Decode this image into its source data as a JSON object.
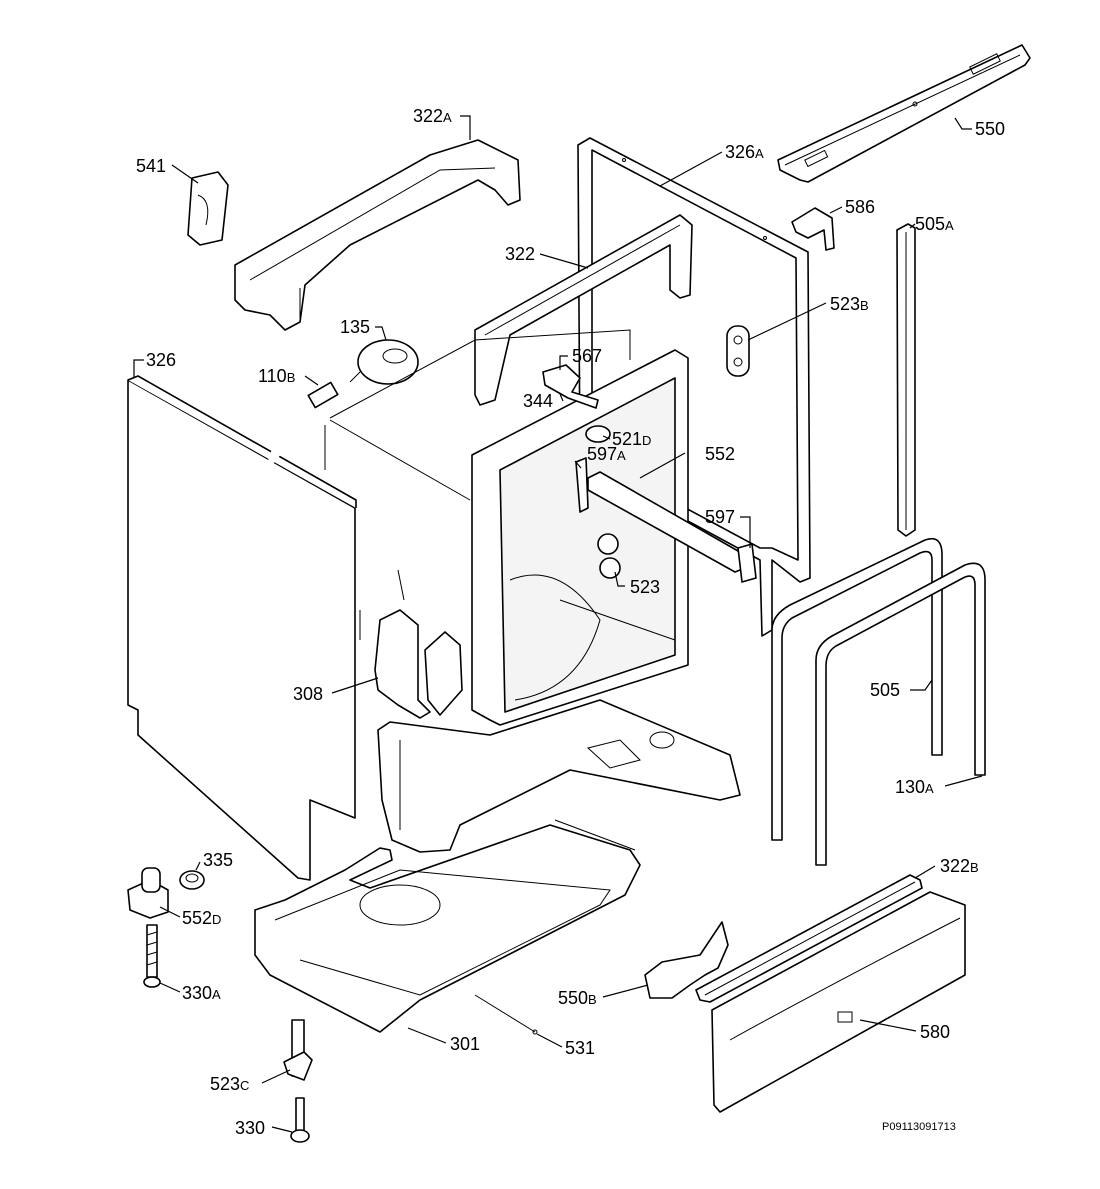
{
  "diagram": {
    "reference_code": "P09113091713",
    "parts": [
      {
        "id": "541",
        "number": "541",
        "suffix": ""
      },
      {
        "id": "322A",
        "number": "322",
        "suffix": "A"
      },
      {
        "id": "326A",
        "number": "326",
        "suffix": "A"
      },
      {
        "id": "550",
        "number": "550",
        "suffix": ""
      },
      {
        "id": "586",
        "number": "586",
        "suffix": ""
      },
      {
        "id": "505A",
        "number": "505",
        "suffix": "A"
      },
      {
        "id": "322",
        "number": "322",
        "suffix": ""
      },
      {
        "id": "523B",
        "number": "523",
        "suffix": "B"
      },
      {
        "id": "135",
        "number": "135",
        "suffix": ""
      },
      {
        "id": "326",
        "number": "326",
        "suffix": ""
      },
      {
        "id": "567",
        "number": "567",
        "suffix": ""
      },
      {
        "id": "110B",
        "number": "110",
        "suffix": "B"
      },
      {
        "id": "344",
        "number": "344",
        "suffix": ""
      },
      {
        "id": "521D",
        "number": "521",
        "suffix": "D"
      },
      {
        "id": "597A",
        "number": "597",
        "suffix": "A"
      },
      {
        "id": "552",
        "number": "552",
        "suffix": ""
      },
      {
        "id": "597",
        "number": "597",
        "suffix": ""
      },
      {
        "id": "523",
        "number": "523",
        "suffix": ""
      },
      {
        "id": "308",
        "number": "308",
        "suffix": ""
      },
      {
        "id": "505",
        "number": "505",
        "suffix": ""
      },
      {
        "id": "130A",
        "number": "130",
        "suffix": "A"
      },
      {
        "id": "335",
        "number": "335",
        "suffix": ""
      },
      {
        "id": "322B",
        "number": "322",
        "suffix": "B"
      },
      {
        "id": "552D",
        "number": "552",
        "suffix": "D"
      },
      {
        "id": "330A",
        "number": "330",
        "suffix": "A"
      },
      {
        "id": "550B",
        "number": "550",
        "suffix": "B"
      },
      {
        "id": "580",
        "number": "580",
        "suffix": ""
      },
      {
        "id": "301",
        "number": "301",
        "suffix": ""
      },
      {
        "id": "531",
        "number": "531",
        "suffix": ""
      },
      {
        "id": "523C",
        "number": "523",
        "suffix": "C"
      },
      {
        "id": "330",
        "number": "330",
        "suffix": ""
      }
    ]
  }
}
